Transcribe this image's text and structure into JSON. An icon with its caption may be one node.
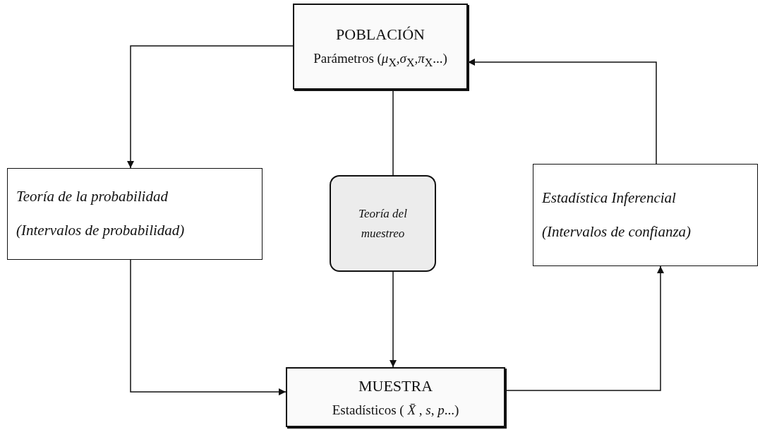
{
  "diagram": {
    "nodes": [
      {
        "text": [
          "POBLACIÓN",
          "Parámetros (*μ*$_{X}$,*σ*$_{X}$,*π*$_{X}$...)"
        ]
      },
      {
        "text": [
          "Teoría de la probabilidad",
          "(Intervalos de probabilidad)"
        ]
      },
      {
        "text": [
          "Teoría del muestreo"
        ]
      },
      {
        "text": [
          "Estadística Inferencial",
          "(Intervalos de confianza)"
        ]
      },
      {
        "text": [
          "MUESTRA",
          "Estadísticos ( *X̄* , *s*, *p*...)"
        ]
      }
    ],
    "edges": [
      {
        "from": 0,
        "to": 1,
        "arrow": "to"
      },
      {
        "from": 1,
        "to": 4,
        "arrow": "to"
      },
      {
        "from": 0,
        "to": 2,
        "arrow": "none"
      },
      {
        "from": 2,
        "to": 4,
        "arrow": "to"
      },
      {
        "from": 4,
        "to": 3,
        "arrow": "to"
      },
      {
        "from": 3,
        "to": 0,
        "arrow": "to"
      }
    ]
  }
}
